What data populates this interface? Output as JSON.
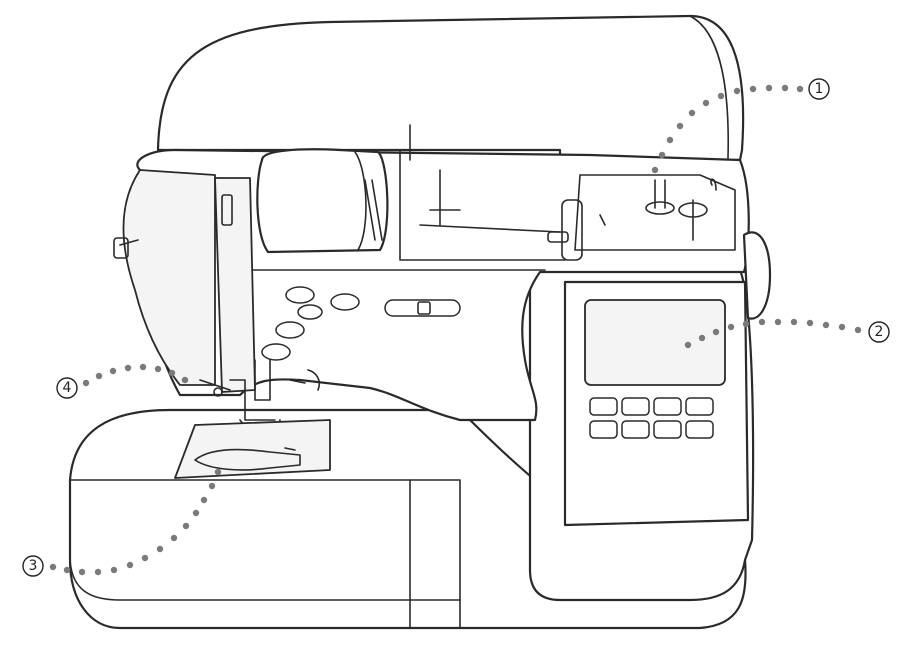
{
  "callouts": [
    {
      "id": "1",
      "label": "1"
    },
    {
      "id": "2",
      "label": "2"
    },
    {
      "id": "3",
      "label": "3"
    },
    {
      "id": "4",
      "label": "4"
    }
  ],
  "colors": {
    "line": "#2a2a2a",
    "dots": "#7a7a7a",
    "background": "#ffffff"
  },
  "icons": [
    "sewing-machine-illustration"
  ]
}
